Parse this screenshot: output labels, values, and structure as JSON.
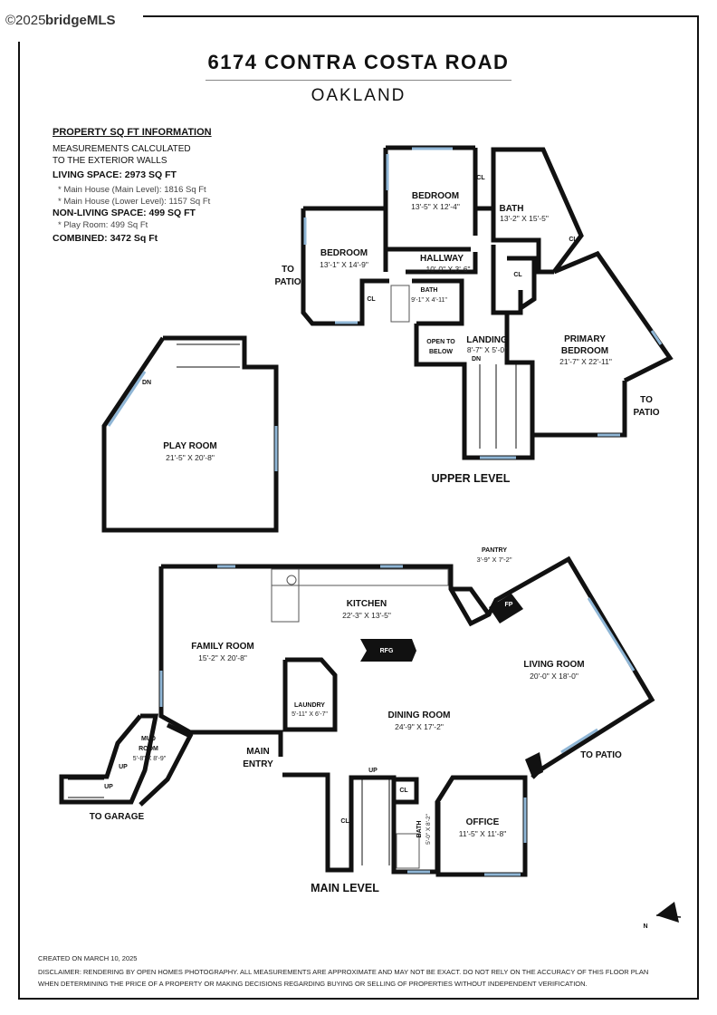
{
  "watermark": {
    "copyright": "©2025",
    "brand": "bridgeMLS"
  },
  "header": {
    "address": "6174 CONTRA COSTA ROAD",
    "city": "OAKLAND"
  },
  "sqft": {
    "heading": "PROPERTY SQ FT INFORMATION",
    "note_line1": "MEASUREMENTS CALCULATED",
    "note_line2": "TO THE EXTERIOR WALLS",
    "living": "LIVING SPACE: 2973 SQ FT",
    "main_level": "*  Main House (Main Level):  1816 Sq Ft",
    "lower_level": "*  Main House (Lower Level):  1157 Sq Ft",
    "non_living": "NON-LIVING SPACE: 499 SQ FT",
    "play_room": "*  Play Room:  499 Sq Ft",
    "combined": "COMBINED:    3472  Sq Ft"
  },
  "upper": {
    "level": "UPPER LEVEL",
    "bedroom1": {
      "name": "BEDROOM",
      "dim": "13'-5\" X 12'-4\""
    },
    "bedroom2": {
      "name": "BEDROOM",
      "dim": "13'-1\" X 14'-9\""
    },
    "bath1": {
      "name": "BATH",
      "dim": "13'-2\" X 15'-5\""
    },
    "hallway": {
      "name": "HALLWAY",
      "dim": "10'-0\" X 3'-6\""
    },
    "bath2": {
      "name": "BATH",
      "dim": "9'-1\" X 4'-11\""
    },
    "landing": {
      "name": "LANDING",
      "dim": "8'-7\" X 5'-0\""
    },
    "open_below": {
      "l1": "OPEN TO",
      "l2": "BELOW"
    },
    "primary": {
      "l1": "PRIMARY",
      "l2": "BEDROOM",
      "dim": "21'-7\" X 22'-11\""
    },
    "to_patio_l": {
      "l1": "TO",
      "l2": "PATIO"
    },
    "to_patio_r": {
      "l1": "TO",
      "l2": "PATIO"
    },
    "cl": "CL",
    "dn": "DN"
  },
  "play": {
    "name": "PLAY ROOM",
    "dim": "21'-5\" X 20'-8\"",
    "dn": "DN"
  },
  "main": {
    "level": "MAIN LEVEL",
    "pantry": {
      "name": "PANTRY",
      "dim": "3'-9\" X 7'-2\""
    },
    "kitchen": {
      "name": "KITCHEN",
      "dim": "22'-3\" X 13'-5\""
    },
    "fp": "FP",
    "rfg": "RFG",
    "family": {
      "name": "FAMILY ROOM",
      "dim": "15'-2\" X 20'-8\""
    },
    "living": {
      "name": "LIVING ROOM",
      "dim": "20'-0\" X 18'-0\""
    },
    "laundry": {
      "name": "LAUNDRY",
      "dim": "5'-11\" X 6'-7\""
    },
    "dining": {
      "name": "DINING ROOM",
      "dim": "24'-9\" X 17'-2\""
    },
    "mud": {
      "l1": "MUD",
      "l2": "ROOM",
      "dim": "5'-8\" X 8'-9\""
    },
    "entry": {
      "l1": "MAIN",
      "l2": "ENTRY"
    },
    "to_patio": "TO PATIO",
    "to_garage": "TO GARAGE",
    "office": {
      "name": "OFFICE",
      "dim": "11'-5\" X 11'-8\""
    },
    "bath": {
      "name": "BATH",
      "dim": "5'-0\" X 8'-2\""
    },
    "cl": "CL",
    "up": "UP"
  },
  "compass": "N",
  "footer": {
    "created": "CREATED ON MARCH 10, 2025",
    "disclaimer1": "DISCLAIMER: RENDERING BY OPEN HOMES PHOTOGRAPHY. ALL MEASUREMENTS ARE APPROXIMATE AND MAY NOT BE EXACT. DO NOT RELY ON THE ACCURACY OF THIS FLOOR PLAN",
    "disclaimer2": "WHEN DETERMINING THE PRICE OF A PROPERTY OR MAKING DECISIONS REGARDING BUYING OR SELLING OF PROPERTIES WITHOUT INDEPENDENT VERIFICATION."
  }
}
